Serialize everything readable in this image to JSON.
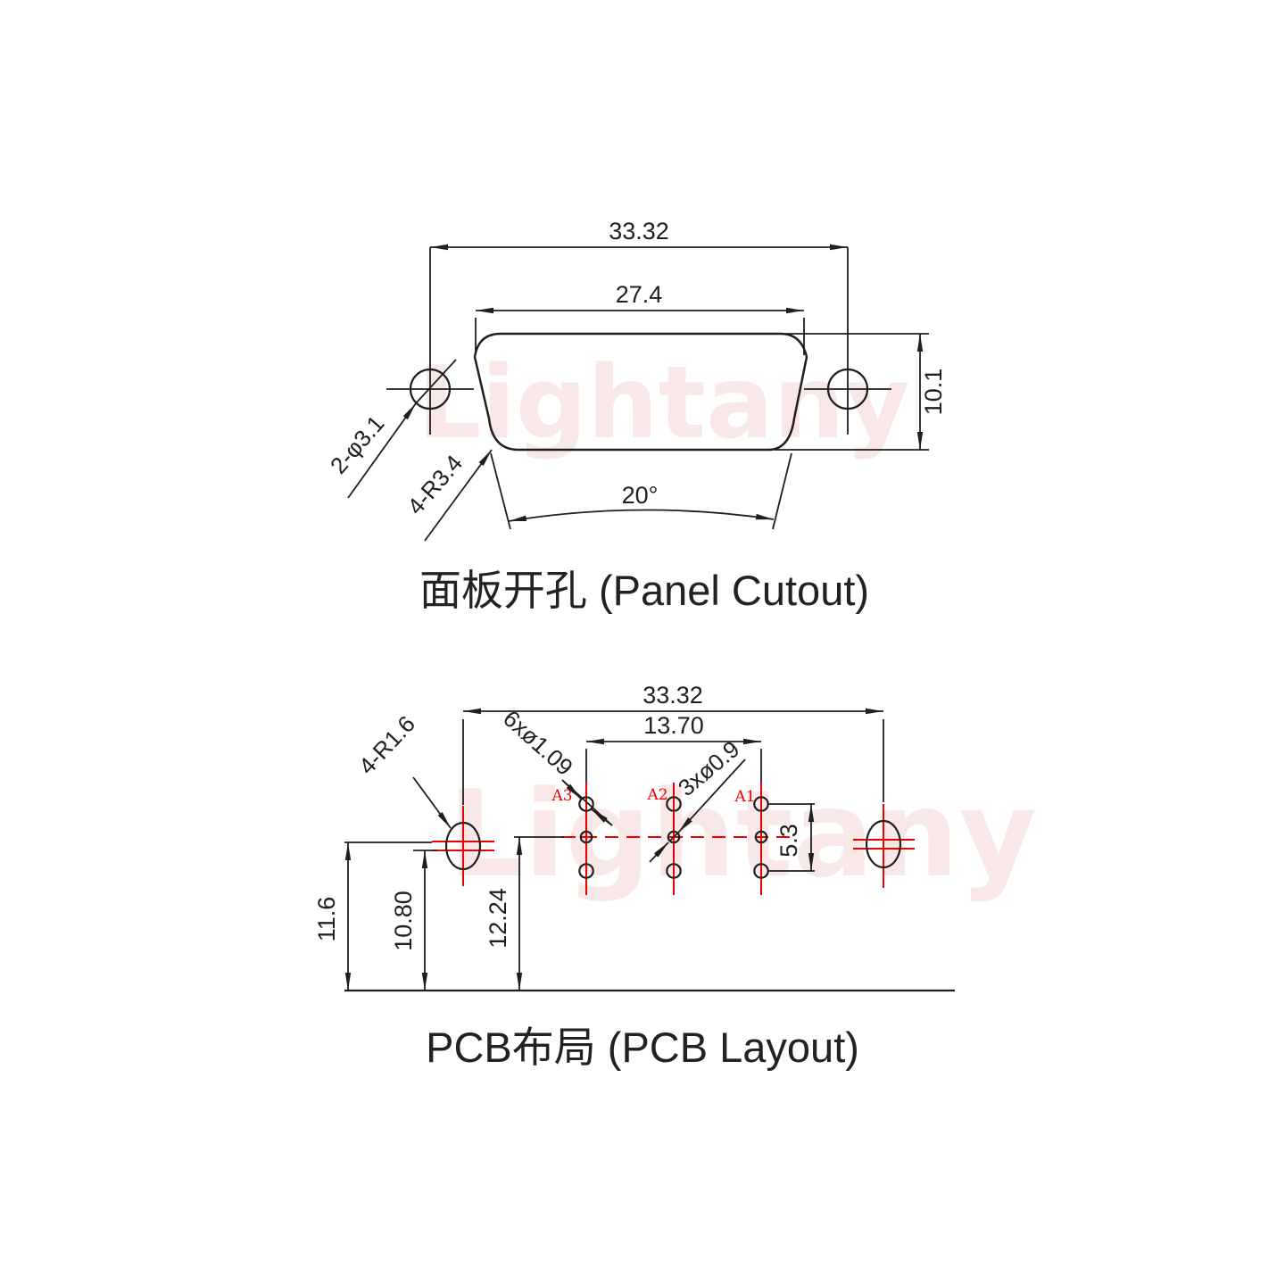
{
  "watermark": {
    "text": "Lightany"
  },
  "panel_cutout": {
    "title": "面板开孔 (Panel Cutout)",
    "dim_overall_width": "33.32",
    "dim_opening_width": "27.4",
    "dim_opening_height": "10.1",
    "label_mount_holes": "2-φ3.1",
    "label_corner_radius": "4-R3.4",
    "dim_side_angle": "20°"
  },
  "pcb_layout": {
    "title": "PCB布局 (PCB Layout)",
    "dim_overall_width": "33.32",
    "dim_pin_group_width": "13.70",
    "label_signal_holes": "6xø1.09",
    "label_center_holes": "3xø0.9",
    "label_slot_radius": "4-R1.6",
    "dim_pin_row_span": "5.3",
    "dim_edge_to_slot_upper": "11.6",
    "dim_edge_to_slot_lower": "10.80",
    "dim_edge_to_pin_center": "12.24",
    "pins": {
      "a3": "A3",
      "a2": "A2",
      "a1": "A1"
    }
  },
  "colors": {
    "line": "#1f1f1f",
    "red": "#ef0000",
    "watermark_pink": "#f9e8e8",
    "background": "#ffffff"
  }
}
